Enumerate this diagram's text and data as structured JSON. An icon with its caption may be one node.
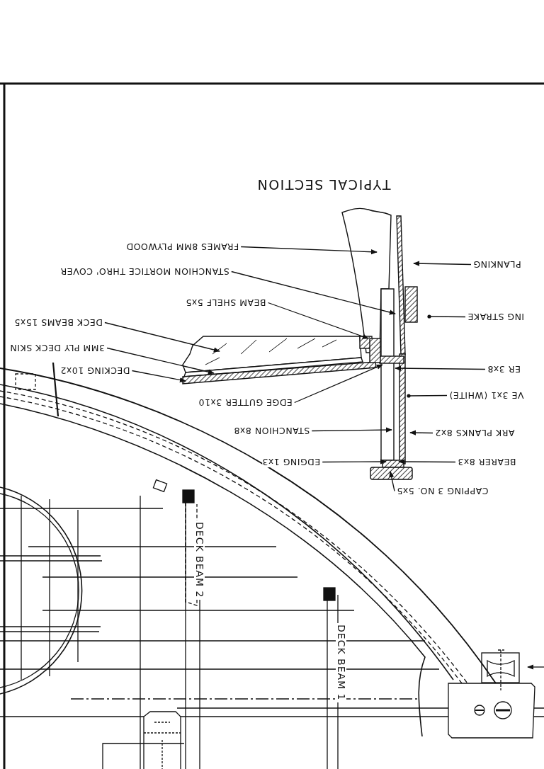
{
  "diagram": {
    "title": "TYPICAL SECTION",
    "nodes": [
      {
        "text": [
          "FRAMES 8MM PLYWOOD"
        ]
      },
      {
        "text": [
          "STANCHION MORTICE THRO' COVER"
        ]
      },
      {
        "text": [
          "BEAM SHELF 5x5"
        ]
      },
      {
        "text": [
          "DECK BEAMS 15x5"
        ]
      },
      {
        "text": [
          "3MM PLY DECK SKIN"
        ]
      },
      {
        "text": [
          "DECKING 10x2"
        ]
      },
      {
        "text": [
          "EDGE GUTTER 3x10"
        ]
      },
      {
        "text": [
          "STANCHION 8x8"
        ]
      },
      {
        "text": [
          "EDGING 1x3"
        ]
      },
      {
        "text": [
          "PLANKING"
        ]
      },
      {
        "text": [
          "ING STRAKE"
        ]
      },
      {
        "text": [
          "ER 3x8"
        ]
      },
      {
        "text": [
          "VE 3x1 (WHITE)"
        ]
      },
      {
        "text": [
          "ARK PLANKS 8x2"
        ]
      },
      {
        "text": [
          "BEARER 8x3"
        ]
      },
      {
        "text": [
          "CAPPING 3 NO. 5x5"
        ]
      }
    ],
    "edges": [
      {
        "from": 0,
        "to": null,
        "arrow": "to"
      },
      {
        "from": 1,
        "to": null,
        "arrow": "to"
      },
      {
        "from": 2,
        "to": null,
        "arrow": "to"
      },
      {
        "from": 3,
        "to": null,
        "arrow": "to"
      },
      {
        "from": 4,
        "to": null,
        "arrow": "to"
      },
      {
        "from": 5,
        "to": null,
        "arrow": "to"
      },
      {
        "from": 6,
        "to": null,
        "arrow": "to"
      },
      {
        "from": 7,
        "to": null,
        "arrow": "to"
      },
      {
        "from": 8,
        "to": null,
        "arrow": "to"
      },
      {
        "from": 9,
        "to": null,
        "arrow": "to"
      },
      {
        "from": 10,
        "to": null,
        "arrow": "other"
      },
      {
        "from": 11,
        "to": null,
        "arrow": "to"
      },
      {
        "from": 12,
        "to": null,
        "arrow": "other"
      },
      {
        "from": 13,
        "to": null,
        "arrow": "to"
      },
      {
        "from": 14,
        "to": null,
        "arrow": "to"
      },
      {
        "from": 15,
        "to": null,
        "arrow": "to"
      }
    ],
    "labels": [
      "DECK BEAM 2",
      "DECK BEAM 1"
    ]
  }
}
